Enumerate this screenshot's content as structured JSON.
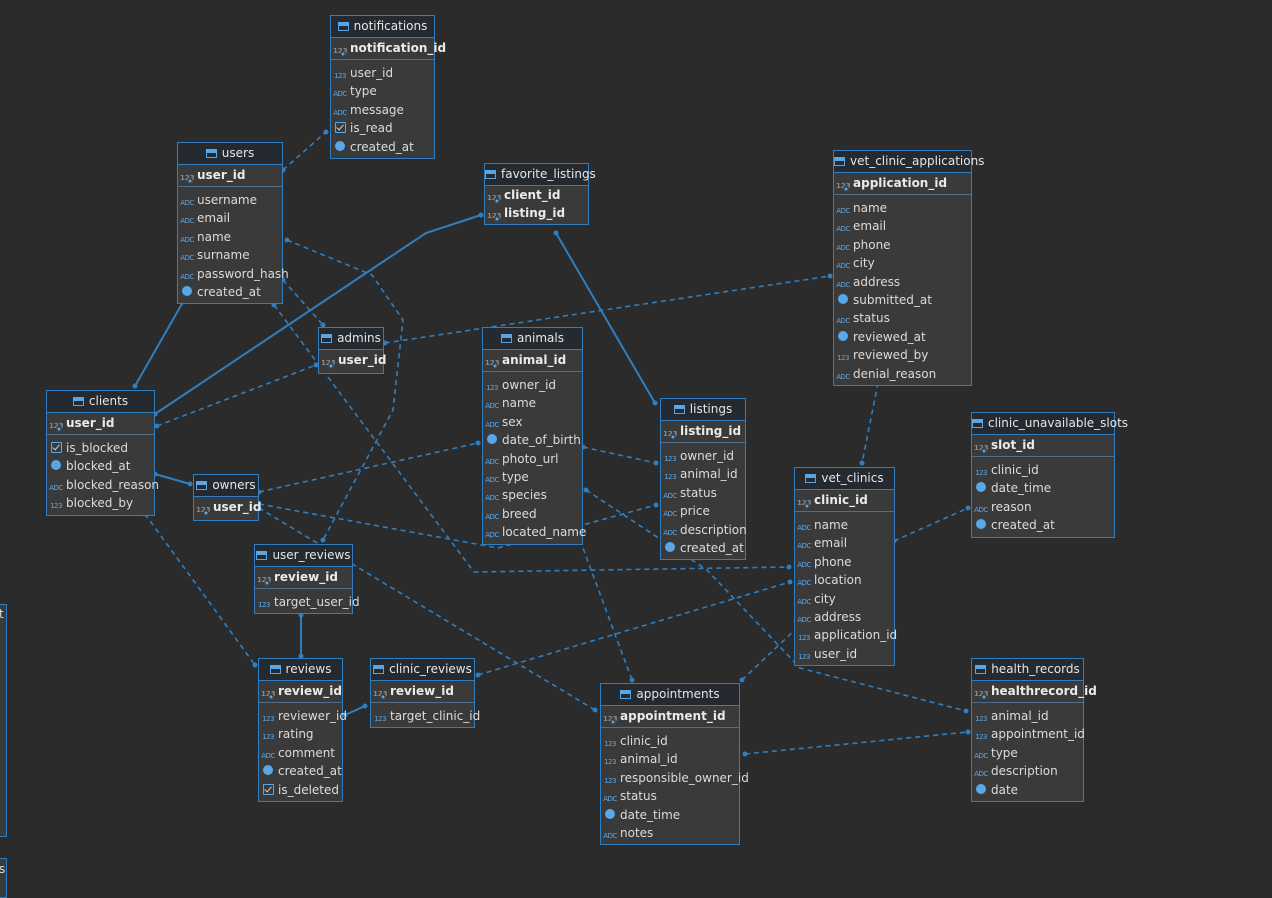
{
  "diagram": {
    "entities": [
      {
        "id": "notifications",
        "title": "notifications",
        "pk": {
          "name": "notification_id",
          "icon": "key-icon"
        },
        "columns": [
          {
            "name": "user_id",
            "type": "num"
          },
          {
            "name": "type",
            "type": "text"
          },
          {
            "name": "message",
            "type": "text"
          },
          {
            "name": "is_read",
            "type": "bool"
          },
          {
            "name": "created_at",
            "type": "time"
          }
        ]
      },
      {
        "id": "users",
        "title": "users",
        "pk": {
          "name": "user_id",
          "icon": "key-icon"
        },
        "columns": [
          {
            "name": "username",
            "type": "text"
          },
          {
            "name": "email",
            "type": "text"
          },
          {
            "name": "name",
            "type": "text"
          },
          {
            "name": "surname",
            "type": "text"
          },
          {
            "name": "password_hash",
            "type": "text"
          },
          {
            "name": "created_at",
            "type": "time"
          }
        ]
      },
      {
        "id": "favorite_listings",
        "title": "favorite_listings",
        "pks": [
          {
            "name": "client_id"
          },
          {
            "name": "listing_id"
          }
        ],
        "columns": []
      },
      {
        "id": "vet_clinic_applications",
        "title": "vet_clinic_applications",
        "pk": {
          "name": "application_id",
          "icon": "key-icon"
        },
        "columns": [
          {
            "name": "name",
            "type": "text"
          },
          {
            "name": "email",
            "type": "text"
          },
          {
            "name": "phone",
            "type": "text"
          },
          {
            "name": "city",
            "type": "text"
          },
          {
            "name": "address",
            "type": "text"
          },
          {
            "name": "submitted_at",
            "type": "time"
          },
          {
            "name": "status",
            "type": "text"
          },
          {
            "name": "reviewed_at",
            "type": "time"
          },
          {
            "name": "reviewed_by",
            "type": "num"
          },
          {
            "name": "denial_reason",
            "type": "text"
          }
        ]
      },
      {
        "id": "admins",
        "title": "admins",
        "pk": {
          "name": "user_id",
          "icon": "key-icon"
        },
        "columns": []
      },
      {
        "id": "animals",
        "title": "animals",
        "pk": {
          "name": "animal_id",
          "icon": "key-icon"
        },
        "columns": [
          {
            "name": "owner_id",
            "type": "num"
          },
          {
            "name": "name",
            "type": "text"
          },
          {
            "name": "sex",
            "type": "text"
          },
          {
            "name": "date_of_birth",
            "type": "time"
          },
          {
            "name": "photo_url",
            "type": "text"
          },
          {
            "name": "type",
            "type": "text"
          },
          {
            "name": "species",
            "type": "text"
          },
          {
            "name": "breed",
            "type": "text"
          },
          {
            "name": "located_name",
            "type": "text"
          }
        ]
      },
      {
        "id": "listings",
        "title": "listings",
        "pk": {
          "name": "listing_id",
          "icon": "key-icon"
        },
        "columns": [
          {
            "name": "owner_id",
            "type": "num"
          },
          {
            "name": "animal_id",
            "type": "num"
          },
          {
            "name": "status",
            "type": "text"
          },
          {
            "name": "price",
            "type": "text"
          },
          {
            "name": "description",
            "type": "text"
          },
          {
            "name": "created_at",
            "type": "time"
          }
        ]
      },
      {
        "id": "clients",
        "title": "clients",
        "pk": {
          "name": "user_id",
          "icon": "key-icon"
        },
        "columns": [
          {
            "name": "is_blocked",
            "type": "bool"
          },
          {
            "name": "blocked_at",
            "type": "time"
          },
          {
            "name": "blocked_reason",
            "type": "text"
          },
          {
            "name": "blocked_by",
            "type": "num"
          }
        ]
      },
      {
        "id": "owners",
        "title": "owners",
        "pk": {
          "name": "user_id",
          "icon": "key-icon"
        },
        "columns": []
      },
      {
        "id": "clinic_unavailable_slots",
        "title": "clinic_unavailable_slots",
        "pk": {
          "name": "slot_id",
          "icon": "key-icon"
        },
        "columns": [
          {
            "name": "clinic_id",
            "type": "num"
          },
          {
            "name": "date_time",
            "type": "time"
          },
          {
            "name": "reason",
            "type": "text"
          },
          {
            "name": "created_at",
            "type": "time"
          }
        ]
      },
      {
        "id": "vet_clinics",
        "title": "vet_clinics",
        "pk": {
          "name": "clinic_id",
          "icon": "key-icon"
        },
        "columns": [
          {
            "name": "name",
            "type": "text"
          },
          {
            "name": "email",
            "type": "text"
          },
          {
            "name": "phone",
            "type": "text"
          },
          {
            "name": "location",
            "type": "text"
          },
          {
            "name": "city",
            "type": "text"
          },
          {
            "name": "address",
            "type": "text"
          },
          {
            "name": "application_id",
            "type": "num"
          },
          {
            "name": "user_id",
            "type": "num"
          }
        ]
      },
      {
        "id": "user_reviews",
        "title": "user_reviews",
        "pk": {
          "name": "review_id",
          "icon": "key-icon"
        },
        "columns": [
          {
            "name": "target_user_id",
            "type": "num"
          }
        ]
      },
      {
        "id": "reviews",
        "title": "reviews",
        "pk": {
          "name": "review_id",
          "icon": "key-icon"
        },
        "columns": [
          {
            "name": "reviewer_id",
            "type": "num"
          },
          {
            "name": "rating",
            "type": "num"
          },
          {
            "name": "comment",
            "type": "text"
          },
          {
            "name": "created_at",
            "type": "time"
          },
          {
            "name": "is_deleted",
            "type": "bool"
          }
        ]
      },
      {
        "id": "clinic_reviews",
        "title": "clinic_reviews",
        "pk": {
          "name": "review_id",
          "icon": "key-icon"
        },
        "columns": [
          {
            "name": "target_clinic_id",
            "type": "num"
          }
        ]
      },
      {
        "id": "appointments",
        "title": "appointments",
        "pk": {
          "name": "appointment_id",
          "icon": "key-icon"
        },
        "columns": [
          {
            "name": "clinic_id",
            "type": "num"
          },
          {
            "name": "animal_id",
            "type": "num"
          },
          {
            "name": "responsible_owner_id",
            "type": "num"
          },
          {
            "name": "status",
            "type": "text"
          },
          {
            "name": "date_time",
            "type": "time"
          },
          {
            "name": "notes",
            "type": "text"
          }
        ]
      },
      {
        "id": "health_records",
        "title": "health_records",
        "pk": {
          "name": "healthrecord_id",
          "icon": "key-icon"
        },
        "columns": [
          {
            "name": "animal_id",
            "type": "num"
          },
          {
            "name": "appointment_id",
            "type": "num"
          },
          {
            "name": "type",
            "type": "text"
          },
          {
            "name": "description",
            "type": "text"
          },
          {
            "name": "date",
            "type": "time"
          }
        ]
      }
    ],
    "edge_labels": {
      "left_partial_top": "t",
      "left_partial_bottom": "s"
    },
    "colors": {
      "background": "#2b2b2b",
      "entity_fill": "#3a3a3a",
      "border": "#2f7fc0",
      "link": "#2f7fc0",
      "type_icon": "#5aa7e8"
    }
  }
}
